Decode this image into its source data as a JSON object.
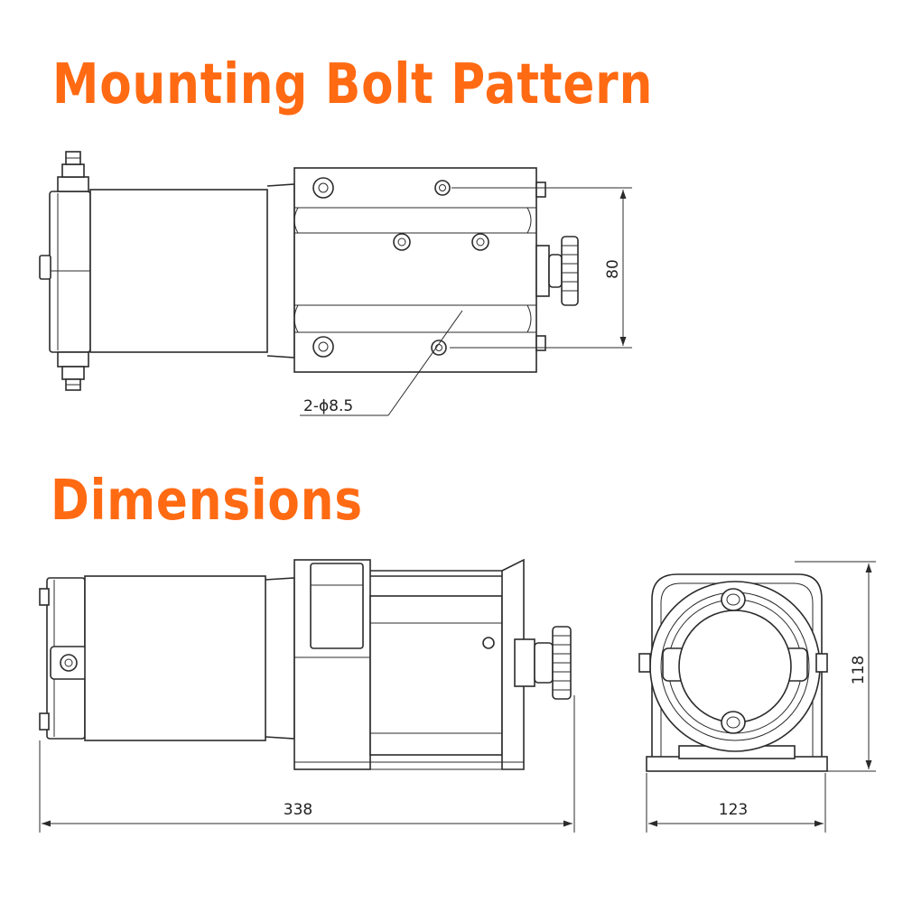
{
  "headings": {
    "bolt_pattern": "Mounting Bolt Pattern",
    "dimensions": "Dimensions"
  },
  "dimension_labels": {
    "bolt_spacing": "80",
    "hole_callout": "2-ϕ8.5",
    "overall_length": "338",
    "height": "118",
    "width": "123"
  },
  "colors": {
    "heading": "#ff6a13",
    "line": "#2b2b2b",
    "background": "#ffffff"
  }
}
